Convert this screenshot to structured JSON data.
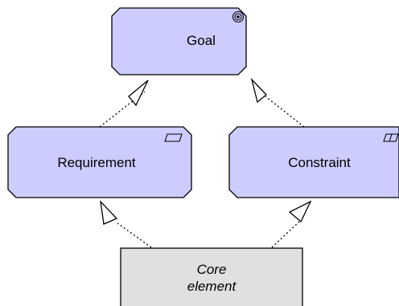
{
  "nodes": {
    "goal": {
      "label": "Goal",
      "icon": "goal-target-icon"
    },
    "requirement": {
      "label": "Requirement",
      "icon": "requirement-parallelogram-icon"
    },
    "constraint": {
      "label": "Constraint",
      "icon": "constraint-parallelogram-icon"
    },
    "core": {
      "label_line1": "Core",
      "label_line2": "element"
    }
  },
  "edges": [
    {
      "from": "requirement",
      "to": "goal",
      "type": "realization"
    },
    {
      "from": "constraint",
      "to": "goal",
      "type": "realization"
    },
    {
      "from": "core",
      "to": "requirement",
      "type": "realization"
    },
    {
      "from": "core",
      "to": "constraint",
      "type": "realization"
    }
  ],
  "colors": {
    "motivation_fill": "#ccccff",
    "core_fill": "#e0e0e0",
    "stroke": "#000000"
  }
}
